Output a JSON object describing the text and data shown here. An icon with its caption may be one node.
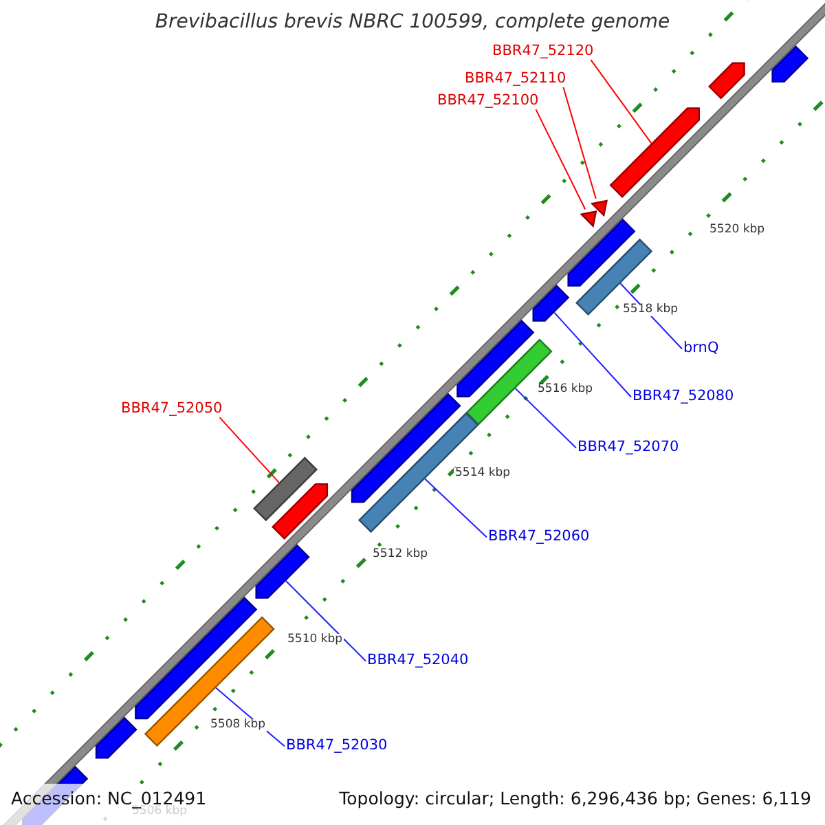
{
  "diagram": {
    "title": "Brevibacillus brevis NBRC 100599, complete genome",
    "nodes": [
      {
        "text": [
          "BBR47_52120"
        ]
      },
      {
        "text": [
          "BBR47_52110"
        ]
      },
      {
        "text": [
          "BBR47_52100"
        ]
      },
      {
        "text": [
          "BBR47_52050"
        ]
      },
      {
        "text": [
          "brnQ"
        ]
      },
      {
        "text": [
          "BBR47_52080"
        ]
      },
      {
        "text": [
          "BBR47_52070"
        ]
      },
      {
        "text": [
          "BBR47_52060"
        ]
      },
      {
        "text": [
          "BBR47_52040"
        ]
      },
      {
        "text": [
          "BBR47_52030"
        ]
      },
      {
        "text": [],
        "shape": "pentagon"
      },
      {
        "text": [],
        "shape": "pentagon"
      },
      {
        "text": [],
        "shape": "pentagon"
      },
      {
        "text": [],
        "shape": "triangle"
      },
      {
        "text": [],
        "shape": "triangle"
      },
      {
        "text": [],
        "shape": "pentagon"
      },
      {
        "text": [],
        "shape": "bar"
      },
      {
        "text": [],
        "shape": "pentagon"
      },
      {
        "text": [],
        "shape": "pentagon"
      },
      {
        "text": [],
        "shape": "bar"
      },
      {
        "text": [],
        "shape": "pentagon"
      },
      {
        "text": [],
        "shape": "bar"
      },
      {
        "text": [],
        "shape": "bar"
      },
      {
        "text": [],
        "shape": "pentagon"
      },
      {
        "text": [],
        "shape": "pentagon"
      },
      {
        "text": [],
        "shape": "pentagon"
      },
      {
        "text": [],
        "shape": "bar"
      },
      {
        "text": [],
        "shape": "pentagon"
      },
      {
        "text": [],
        "shape": "pentagon"
      }
    ],
    "edges": [
      {
        "from": 0,
        "to": 12,
        "arrow": "none",
        "color": "#ff0000"
      },
      {
        "from": 1,
        "to": 13,
        "arrow": "none",
        "color": "#ff0000"
      },
      {
        "from": 2,
        "to": 14,
        "arrow": "none",
        "color": "#ff0000"
      },
      {
        "from": 3,
        "to": 22,
        "arrow": "none",
        "color": "#ff0000"
      },
      {
        "from": 4,
        "to": 16,
        "arrow": "none"
      },
      {
        "from": 5,
        "to": 17,
        "arrow": "none"
      },
      {
        "from": 6,
        "to": 19,
        "arrow": "none"
      },
      {
        "from": 7,
        "to": 21,
        "arrow": "none"
      },
      {
        "from": 8,
        "to": 24,
        "arrow": "none"
      },
      {
        "from": 9,
        "to": 26,
        "arrow": "none"
      }
    ],
    "labels": [
      "5520 kbp",
      "5518 kbp",
      "5516 kbp",
      "5514 kbp",
      "5512 kbp",
      "5510 kbp",
      "5508 kbp",
      "5506 kbp",
      "Accession: NC_012491",
      "Topology: circular; Length: 6,296,436 bp; Genes: 6,119"
    ]
  }
}
